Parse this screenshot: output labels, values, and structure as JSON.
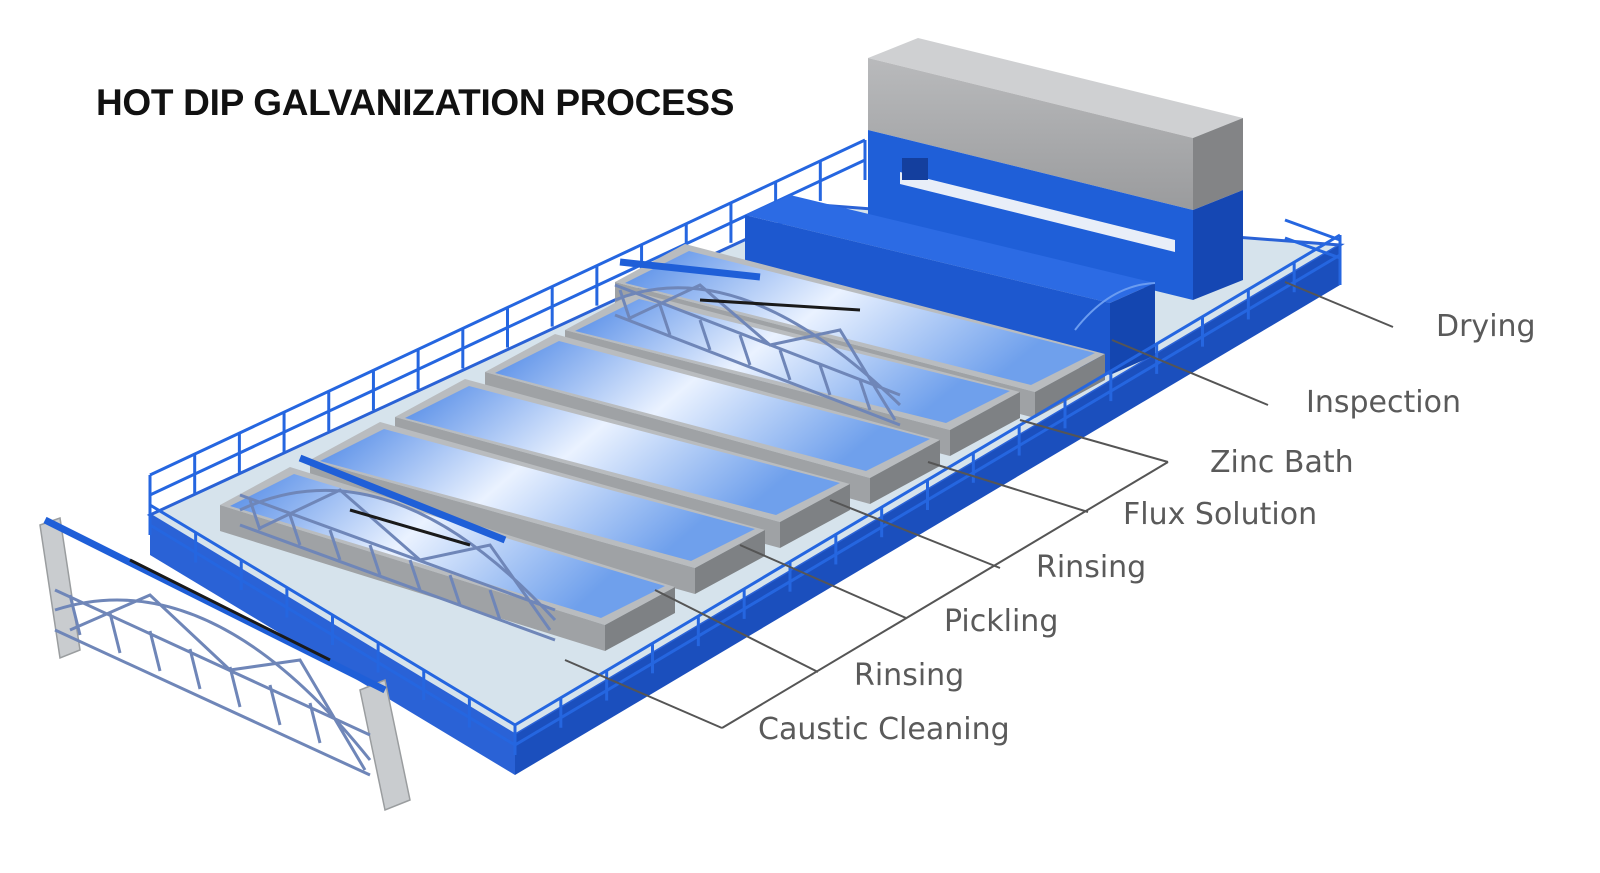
{
  "title": "HOT DIP GALVANIZATION PROCESS",
  "colors": {
    "blue": "#1f5fd8",
    "blue_dark": "#1547b3",
    "concrete": "#c9cccf",
    "floor": "#d6e3ec",
    "label": "#5a5a5a",
    "leader": "#555555",
    "truss": "#6f86b8"
  },
  "stages": [
    {
      "id": "drying",
      "label": "Drying"
    },
    {
      "id": "inspection",
      "label": "Inspection"
    },
    {
      "id": "zinc-bath",
      "label": "Zinc Bath"
    },
    {
      "id": "flux-solution",
      "label": "Flux Solution"
    },
    {
      "id": "rinsing-2",
      "label": "Rinsing"
    },
    {
      "id": "pickling",
      "label": "Pickling"
    },
    {
      "id": "rinsing-1",
      "label": "Rinsing"
    },
    {
      "id": "caustic-cleaning",
      "label": "Caustic Cleaning"
    }
  ]
}
